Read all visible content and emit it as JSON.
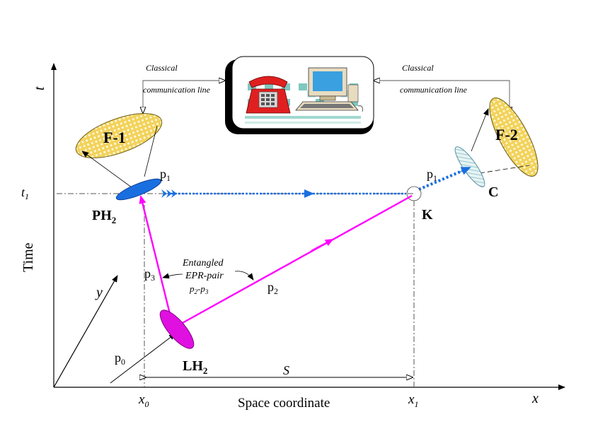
{
  "axes": {
    "t_label": "t",
    "x_label": "x",
    "y_label": "y",
    "time_label": "Time",
    "space_label": "Space coordinate",
    "t1_label": "t",
    "t1_sub": "1",
    "x0_label": "x",
    "x0_sub": "0",
    "x1_label": "x",
    "x1_sub": "1",
    "s_label": "S"
  },
  "nodes": {
    "f1": "F-1",
    "f2": "F-2",
    "ph2_main": "PH",
    "ph2_sub": "2",
    "lh2_main": "LH",
    "lh2_sub": "2",
    "k": "K",
    "c": "C"
  },
  "particles": {
    "p1_left_main": "p",
    "p1_left_sub": "1",
    "p1_right_main": "p",
    "p1_right_sub": "1",
    "p3_main": "p",
    "p3_sub": "3",
    "p2_main": "p",
    "p2_sub": "2",
    "p0_main": "p",
    "p0_sub": "0"
  },
  "labels": {
    "classical_left_1": "Classical",
    "classical_left_2": "communication line",
    "classical_right_1": "Classical",
    "classical_right_2": "communication line",
    "entangled_1": "Entangled",
    "entangled_2": "EPR-pair",
    "pair_p2": "p",
    "pair_p2_sub": "2",
    "pair_dash": "-",
    "pair_p3": "p",
    "pair_p3_sub": "3"
  },
  "colors": {
    "magenta": "#ff00ff",
    "blue": "#1a6fe0",
    "yellow": "#f2d25a",
    "teal": "#9fd8cf",
    "phone_red": "#e02020"
  }
}
